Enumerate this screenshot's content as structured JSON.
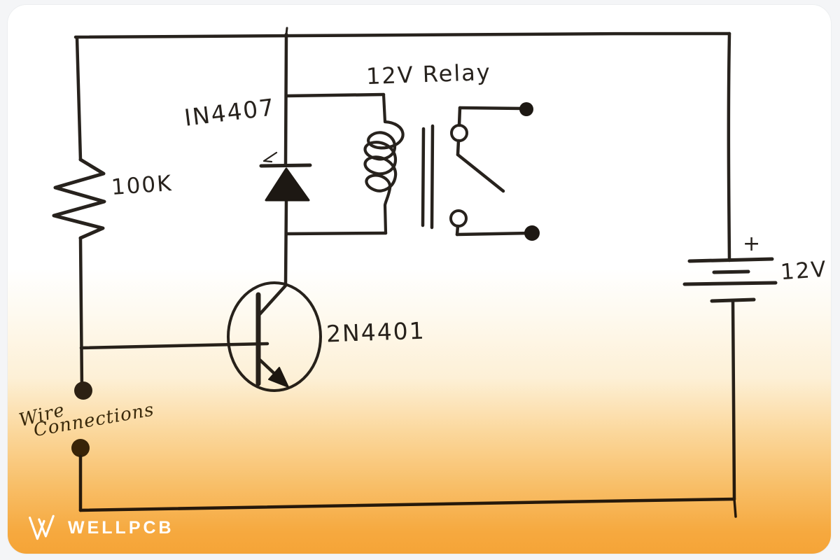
{
  "scene": {
    "description": "Hand-drawn 12V relay driver circuit schematic on a white card fading to orange"
  },
  "labels": {
    "relay": "12V Relay",
    "diode": "IN4407",
    "resistor": "100K",
    "transistor": "2N4401",
    "battery_polarity": "+",
    "battery_voltage": "12V",
    "wire_note_line1": "Wire",
    "wire_note_line2": "Connections"
  },
  "symbols": [
    {
      "name": "resistor-symbol",
      "label": "100K"
    },
    {
      "name": "flyback-diode-symbol",
      "label": "IN4407"
    },
    {
      "name": "relay-coil-symbol",
      "label": "12V Relay"
    },
    {
      "name": "relay-contacts-symbol",
      "label": ""
    },
    {
      "name": "npn-transistor-symbol",
      "label": "2N4401"
    },
    {
      "name": "battery-symbol",
      "label": "+ 12V"
    },
    {
      "name": "wire-junction-dots",
      "label": "Wire Connections"
    }
  ],
  "branding": {
    "logo_text": "WELLPCB"
  },
  "colors": {
    "paper": "#ffffff",
    "orange_bottom": "#f5a437",
    "orange_mid": "#fbd79b",
    "ink": "#27221d",
    "logo_white": "#ffffff"
  }
}
